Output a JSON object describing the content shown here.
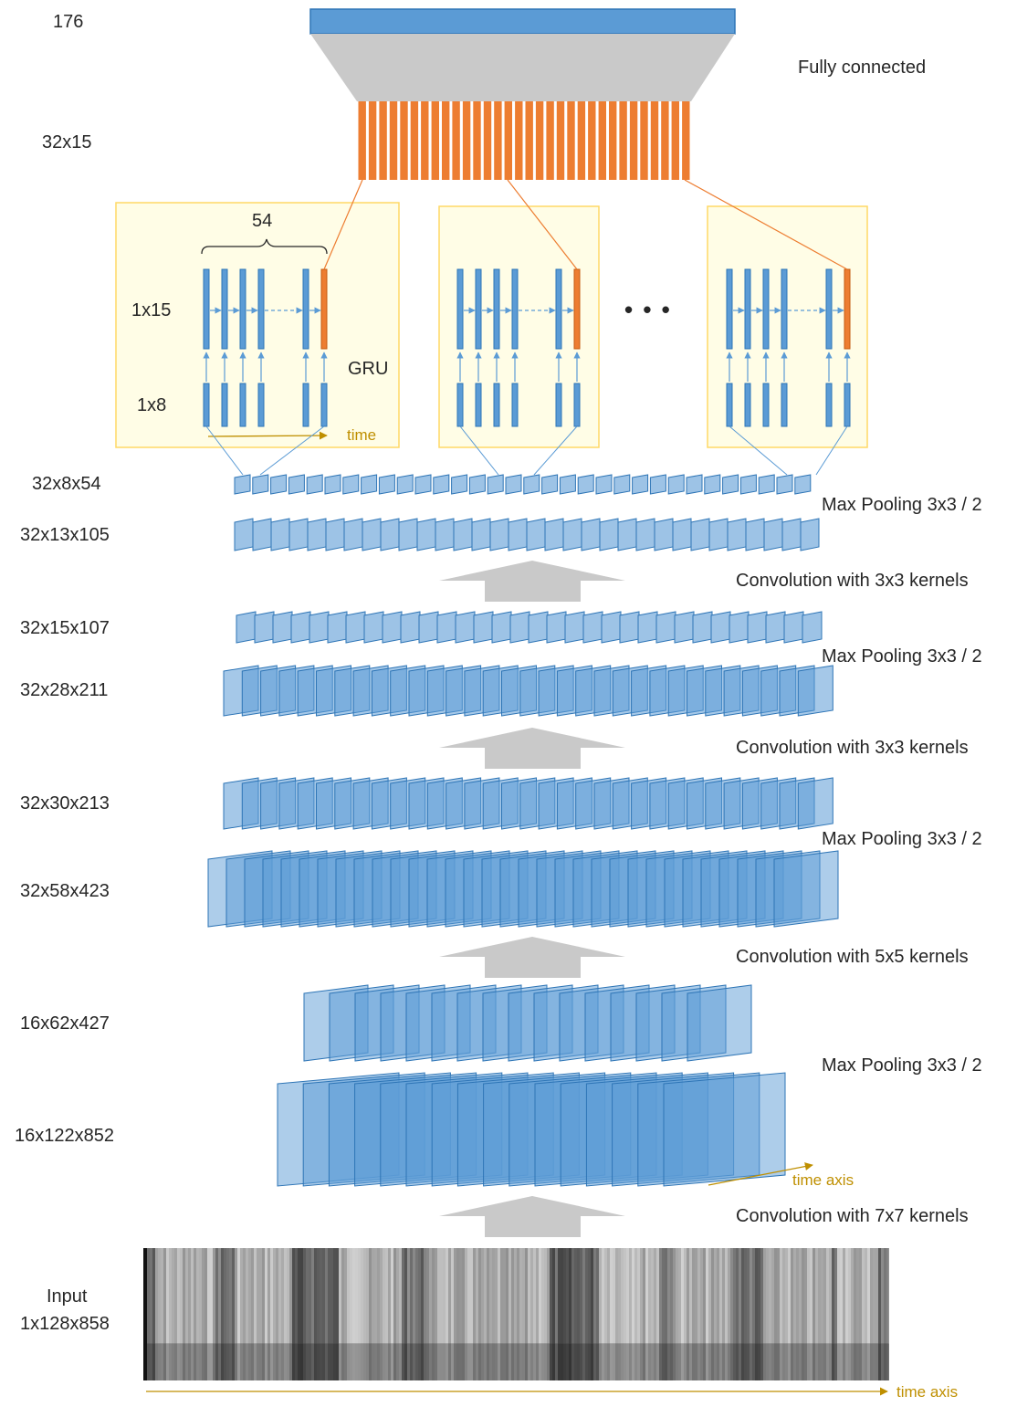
{
  "layers": {
    "output_size": "176",
    "fc_label": "Fully connected",
    "gru_output_size": "32x15",
    "seq_len": "54",
    "gru_hidden": "1x15",
    "gru_input": "1x8",
    "gru_label": "GRU",
    "time_label": "time",
    "ellipsis": "• • •",
    "feat_pool3": "32x8x54",
    "feat_conv4": "32x13x105",
    "feat_pool2": "32x15x107",
    "feat_conv3": "32x28x211",
    "feat_pool1": "32x30x213",
    "feat_conv2": "32x58x423",
    "feat_pool0": "16x62x427",
    "feat_conv1": "16x122x852",
    "input_label": "Input",
    "input_size": "1x128x858",
    "time_axis": "time axis",
    "time_axis_bottom": "time axis"
  },
  "operations": {
    "op_maxpool_a": "Max Pooling 3x3 / 2",
    "op_conv_3x3_a": "Convolution with 3x3 kernels",
    "op_maxpool_b": "Max Pooling 3x3 / 2",
    "op_conv_3x3_b": "Convolution with 3x3 kernels",
    "op_maxpool_c": "Max Pooling 3x3 / 2",
    "op_conv_5x5": "Convolution with 5x5 kernels",
    "op_maxpool_d": "Max Pooling 3x3 / 2",
    "op_conv_7x7": "Convolution with 7x7 kernels"
  },
  "colors": {
    "blue_fill": "#5b9bd5",
    "blue_light": "#9dc3e6",
    "blue_stroke": "#2e75b6",
    "orange": "#ed7d31",
    "gray_arrow": "#c9c9c9",
    "yellow_box": "#fffde6",
    "yellow_border": "#ffd966",
    "text": "#262626",
    "accent_text": "#bf8f00"
  }
}
